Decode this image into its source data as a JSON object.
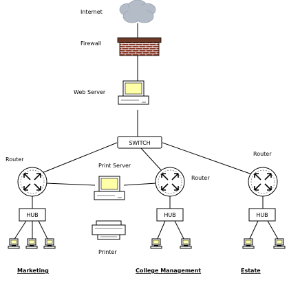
{
  "labels": {
    "internet": "Internet",
    "firewall": "Firewall",
    "web_server": "Web Server",
    "switch": "SWITCH",
    "router_left": "Router",
    "router_middle": "Router",
    "router_right": "Router",
    "print_server": "Print Server",
    "hub_left": "HUB",
    "hub_middle": "HUB",
    "hub_right": "HUB",
    "printer": "Printer"
  },
  "groups": {
    "marketing": "Marketing",
    "college_management": "College Management",
    "estate": "Estate"
  },
  "colors": {
    "cloud": "#b4bcc8",
    "brick": "#8a3a28",
    "mortar": "#ffffff",
    "roof": "#6e3a28",
    "screen": "#ffffa8",
    "device_fill": "#ffffff",
    "line": "#000000"
  }
}
